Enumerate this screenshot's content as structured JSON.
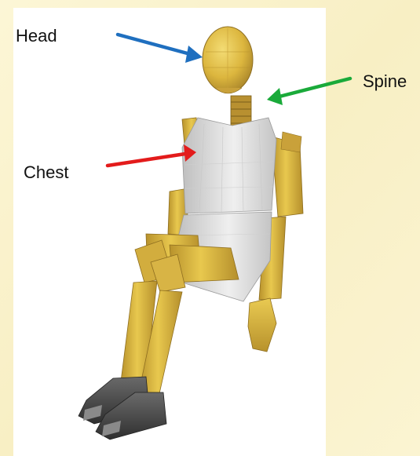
{
  "labels": {
    "head": "Head",
    "spine": "Spine",
    "chest": "Chest"
  },
  "colors": {
    "background": "#fbf4cf",
    "panel": "#ffffff",
    "head_arrow": "#1f6fbf",
    "spine_arrow": "#1aaa3a",
    "chest_arrow": "#e31b1b",
    "dummy_gold": "#d9b43a",
    "dummy_gold_dark": "#a8842a",
    "dummy_gray": "#dcdcdc",
    "shoe_dark": "#4a4a4a"
  },
  "icons": {
    "head_arrow": "arrow-right-icon",
    "spine_arrow": "arrow-left-icon",
    "chest_arrow": "arrow-right-icon"
  }
}
